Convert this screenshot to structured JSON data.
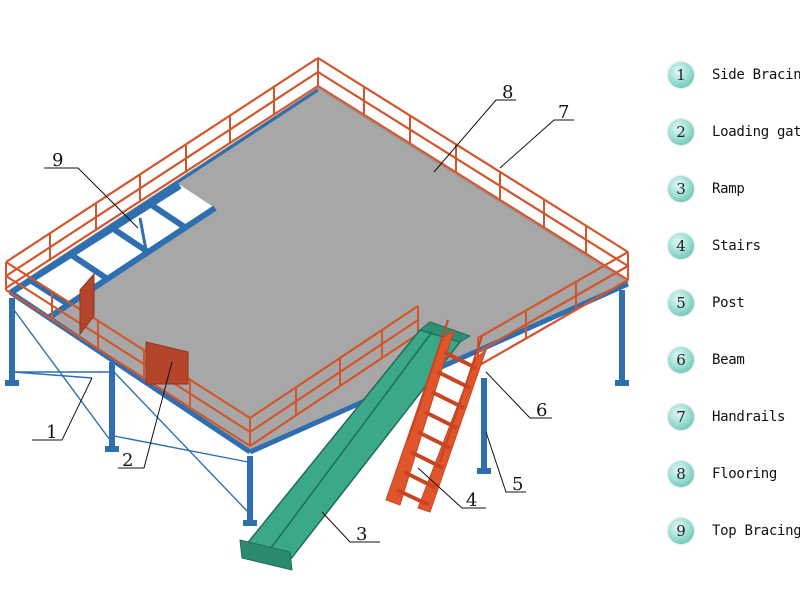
{
  "callouts": [
    {
      "num": "1"
    },
    {
      "num": "2"
    },
    {
      "num": "3"
    },
    {
      "num": "4"
    },
    {
      "num": "5"
    },
    {
      "num": "6"
    },
    {
      "num": "7"
    },
    {
      "num": "8"
    },
    {
      "num": "9"
    }
  ],
  "legend": {
    "items": [
      {
        "num": "1",
        "label": "Side Bracing"
      },
      {
        "num": "2",
        "label": "Loading gate"
      },
      {
        "num": "3",
        "label": "Ramp"
      },
      {
        "num": "4",
        "label": "Stairs"
      },
      {
        "num": "5",
        "label": "Post"
      },
      {
        "num": "6",
        "label": "Beam"
      },
      {
        "num": "7",
        "label": "Handrails"
      },
      {
        "num": "8",
        "label": "Flooring"
      },
      {
        "num": "9",
        "label": "Top Bracing"
      }
    ]
  },
  "colors": {
    "handrail": "#d2552c",
    "steel": "#2f6fb0",
    "floor": "#a9a9a9",
    "ramp": "#3aa889",
    "stairs": "#e0552a",
    "gate": "#b5452a"
  }
}
